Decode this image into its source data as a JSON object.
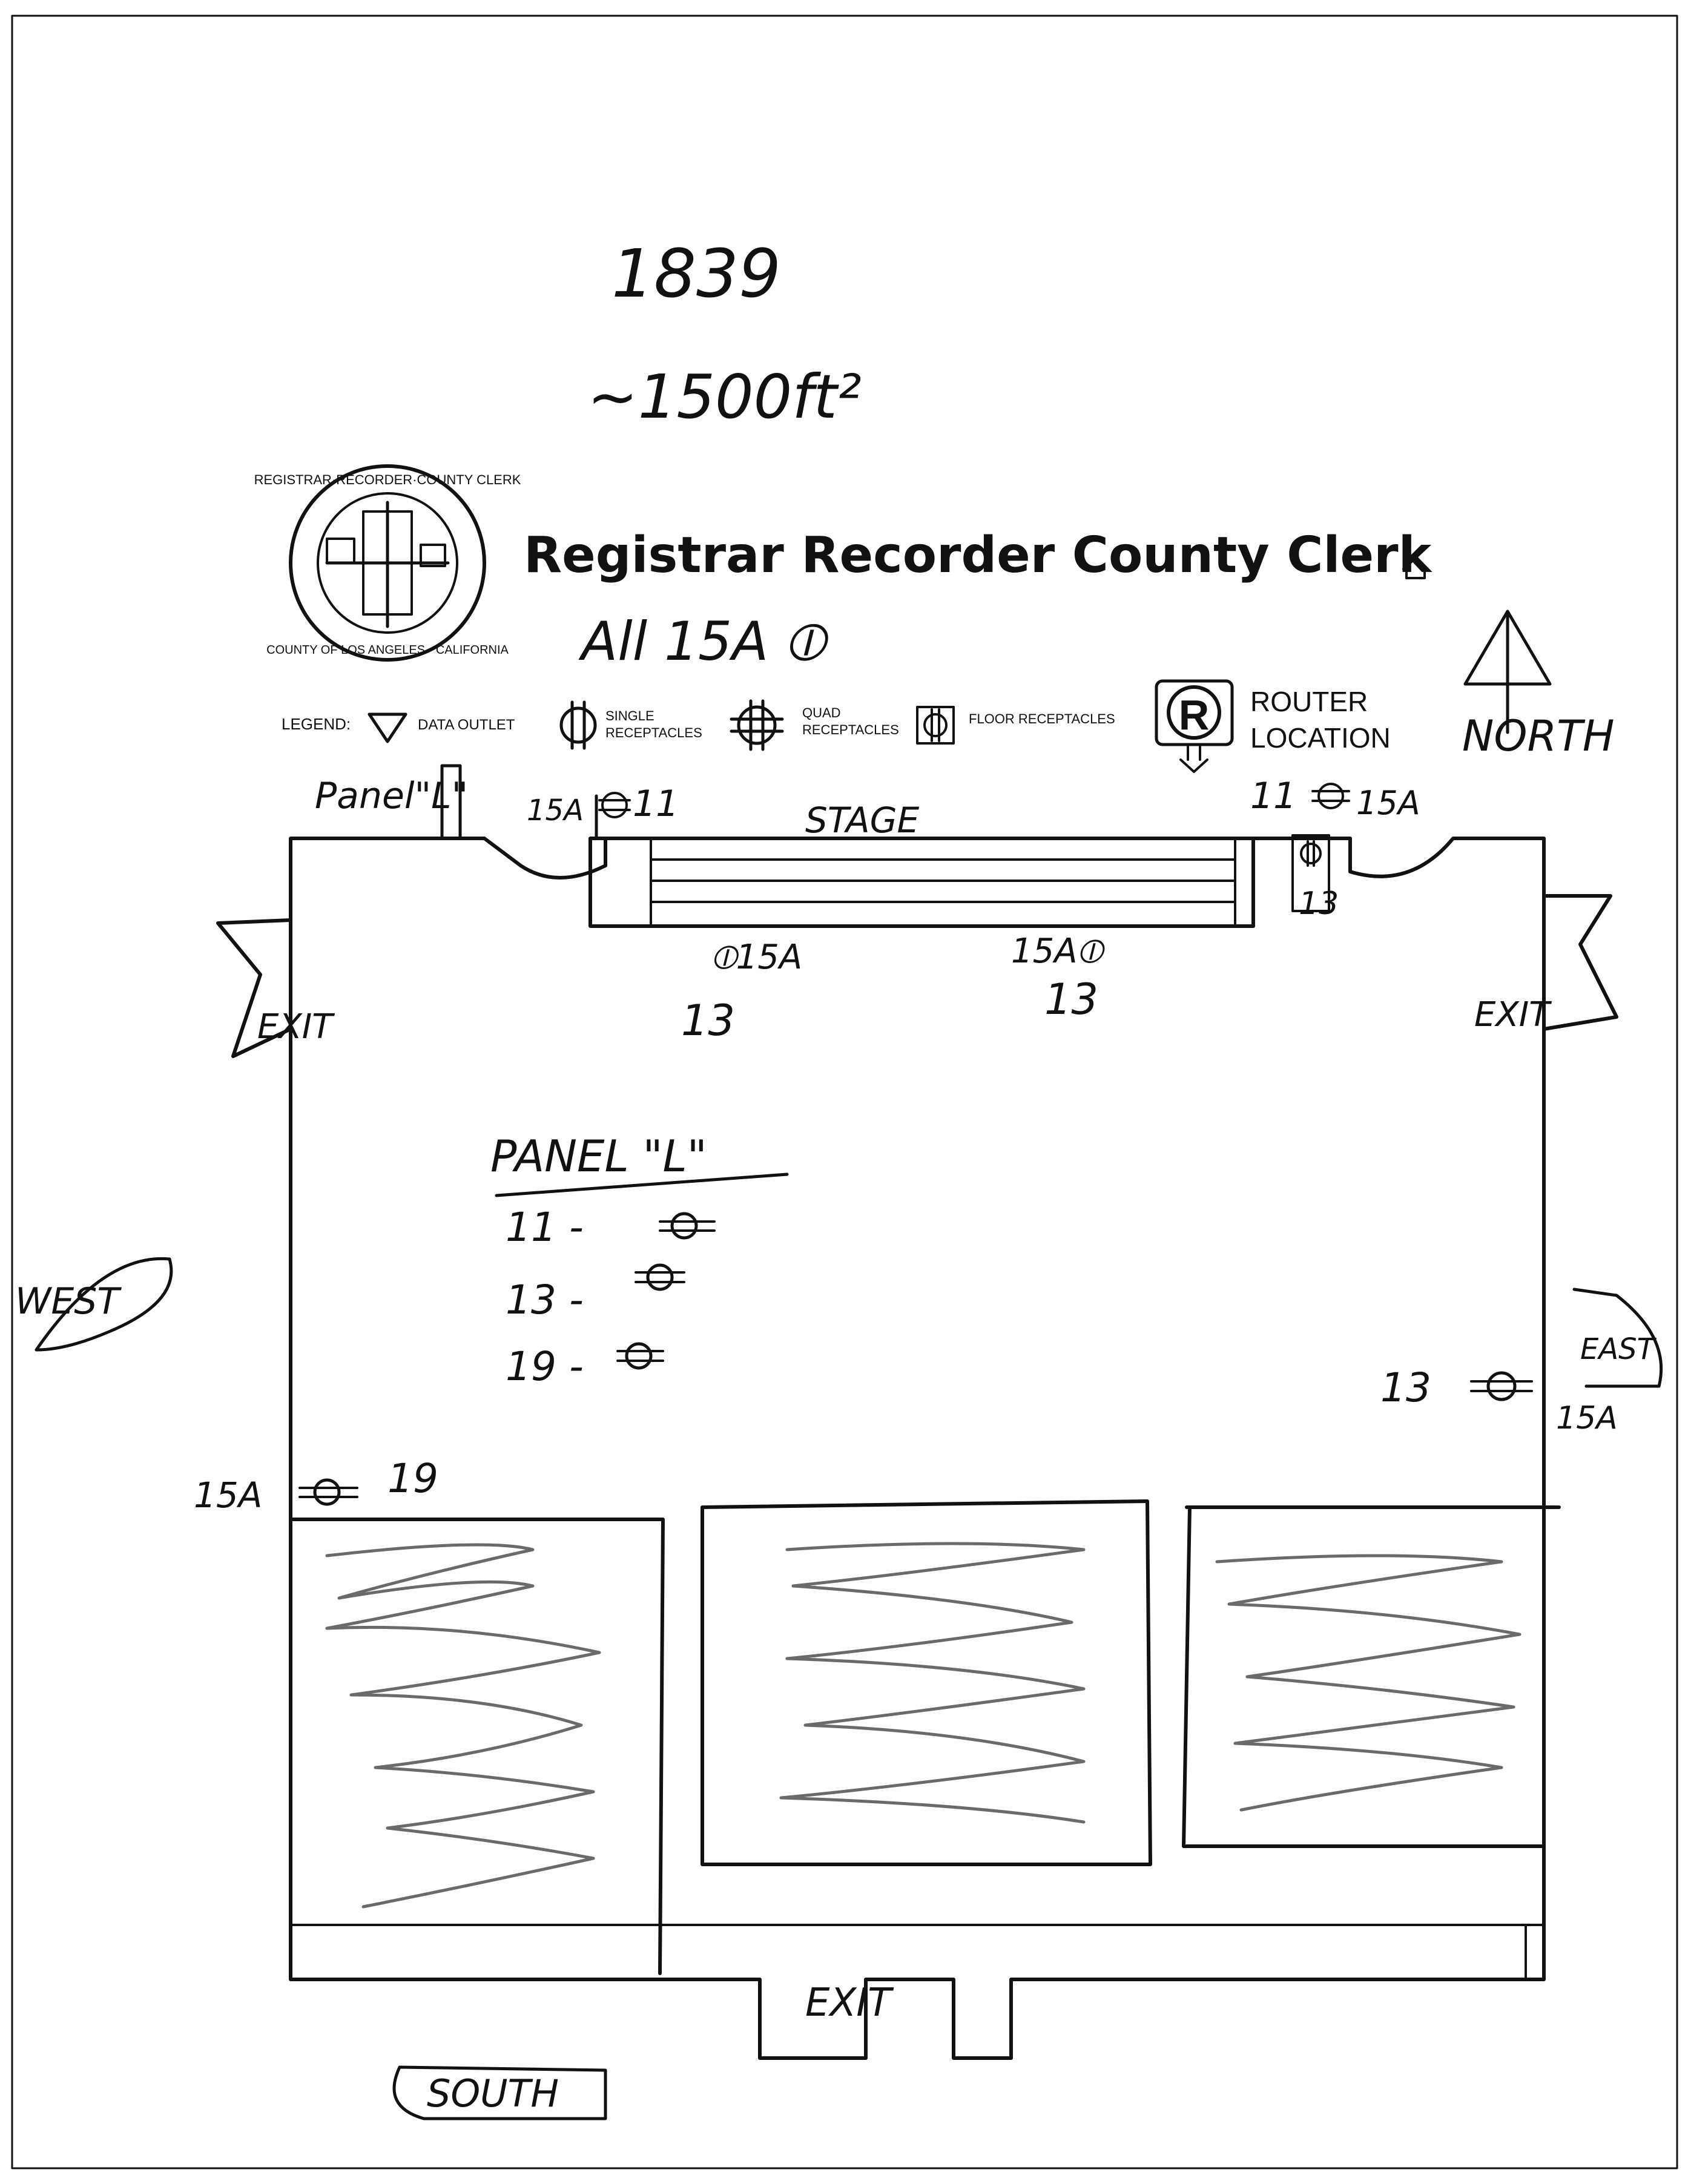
{
  "notes": {
    "room_number": "1839",
    "area": "~1500ft²",
    "all_amps": "All 15A ⦶"
  },
  "header": {
    "title": "Registrar Recorder County Clerk",
    "seal_top": "REGISTRAR·RECORDER·COUNTY CLERK",
    "seal_bottom": "COUNTY OF LOS ANGELES · CALIFORNIA"
  },
  "legend": {
    "label": "LEGEND:",
    "items": [
      {
        "label_1": "DATA OUTLET",
        "label_2": ""
      },
      {
        "label_1": "SINGLE",
        "label_2": "RECEPTACLES"
      },
      {
        "label_1": "QUAD",
        "label_2": "RECEPTACLES"
      },
      {
        "label_1": "FLOOR RECEPTACLES",
        "label_2": ""
      }
    ],
    "router_letter": "R",
    "router_label_1": "ROUTER",
    "router_label_2": "LOCATION"
  },
  "compass": {
    "north": "NORTH",
    "west": "WEST",
    "east": "EAST",
    "south": "SOUTH"
  },
  "plan": {
    "panel_top_label": "Panel\"L\"",
    "stage": "STAGE",
    "stage_left_amps": "15A",
    "stage_left_circuit": "11",
    "stage_right_circuit": "11",
    "stage_right_amps": "15A",
    "stage_side_circuit": "13",
    "under_left": "⦶15A",
    "under_left_circuit": "13",
    "under_right": "15A⦶",
    "under_right_circuit": "13",
    "exit_west": "EXIT",
    "exit_east": "EXIT",
    "exit_south": "EXIT",
    "east_outlet_circuit": "13",
    "east_outlet_amps": "15A",
    "west_outlet_amps": "15A",
    "west_outlet_circuit": "19"
  },
  "panel_table": {
    "title": "PANEL \"L\"",
    "rows": [
      {
        "circuit": "11 -"
      },
      {
        "circuit": "13 -"
      },
      {
        "circuit": "19 -"
      }
    ]
  }
}
